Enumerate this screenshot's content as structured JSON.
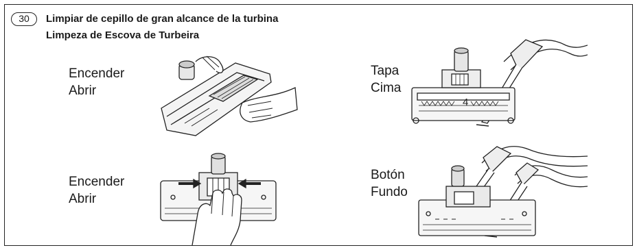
{
  "step_number": "30",
  "title_es": "Limpiar de cepillo de gran alcance de la turbina",
  "title_pt": "Limpeza de Escova de Turbeira",
  "panels": [
    {
      "label_es": "Encender",
      "label_pt": "Abrir"
    },
    {
      "label_es": "Tapa",
      "label_pt": "Cima"
    },
    {
      "label_es": "Encender",
      "label_pt": "Abrir"
    },
    {
      "label_es": "Botón",
      "label_pt": "Fundo"
    }
  ],
  "callout_number": "4"
}
